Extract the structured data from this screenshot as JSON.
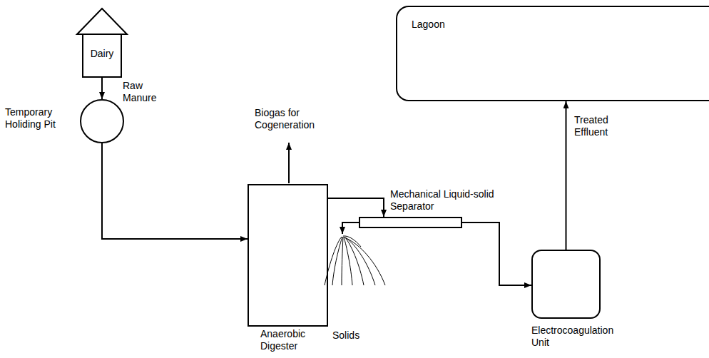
{
  "diagram": {
    "nodes": [
      {
        "text": [
          "Dairy"
        ]
      },
      {
        "text": [
          "Temporary Holiding Pit"
        ]
      },
      {
        "text": [
          "Anaerobic Digester"
        ]
      },
      {
        "text": [
          "Mechanical Liquid-solid Separator"
        ]
      },
      {
        "text": [
          "Solids"
        ]
      },
      {
        "text": [
          "Electrocoagulation Unit"
        ]
      },
      {
        "text": [
          "Lagoon"
        ]
      }
    ],
    "edges": [
      {
        "from": 0,
        "to": 1,
        "arrow": "to",
        "label": "Raw Manure"
      },
      {
        "from": 1,
        "to": 2,
        "arrow": "to"
      },
      {
        "from": 2,
        "to": 3,
        "arrow": "to"
      },
      {
        "from": 3,
        "to": 4,
        "arrow": "to"
      },
      {
        "from": 3,
        "to": 5,
        "arrow": "to"
      },
      {
        "from": 5,
        "to": 6,
        "arrow": "to",
        "label": "Treated Effluent"
      }
    ],
    "labels": [
      "Biogas for Cogeneration"
    ]
  }
}
